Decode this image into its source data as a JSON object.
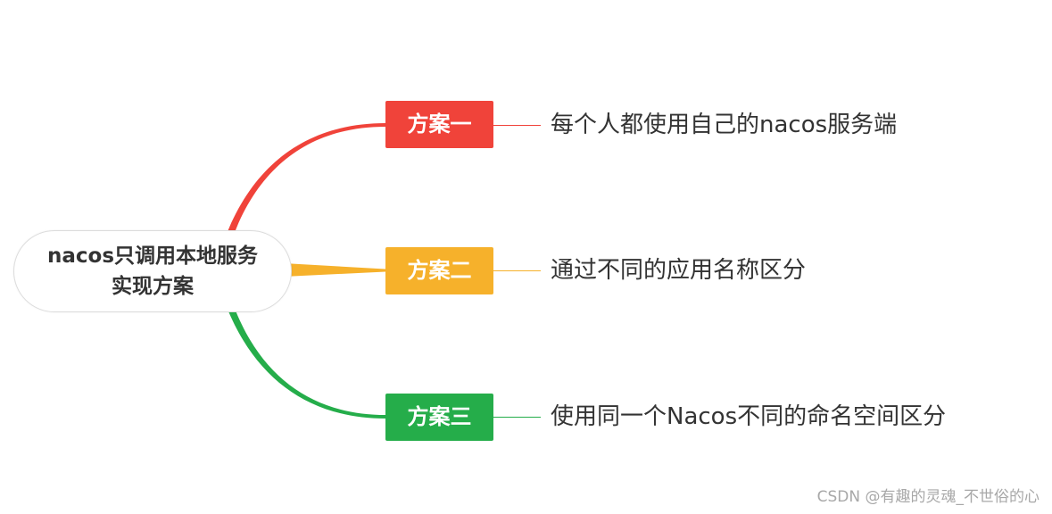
{
  "central_topic": {
    "lines": [
      "nacos只调用本地服务",
      "实现方案"
    ]
  },
  "branches": [
    {
      "label": "方案一",
      "subtopic": "每个人都使用自己的nacos服务端",
      "color": "#f0433a"
    },
    {
      "label": "方案二",
      "subtopic": "通过不同的应用名称区分",
      "color": "#f6b12b"
    },
    {
      "label": "方案三",
      "subtopic": "使用同一个Nacos不同的命名空间区分",
      "color": "#25ad4a"
    }
  ],
  "watermark": "CSDN @有趣的灵魂_不世俗的心"
}
